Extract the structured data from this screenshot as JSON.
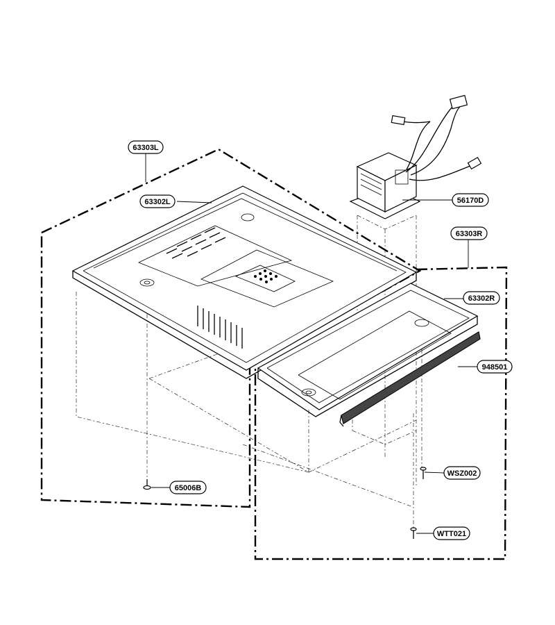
{
  "labels": {
    "p63303L": "63303L",
    "p63302L": "63302L",
    "p56170D": "56170D",
    "p63303R": "63303R",
    "p63302R": "63302R",
    "p948501": "948501",
    "pWSZ002": "WSZ002",
    "p65006B": "65006B",
    "pWTT021": "WTT021"
  }
}
